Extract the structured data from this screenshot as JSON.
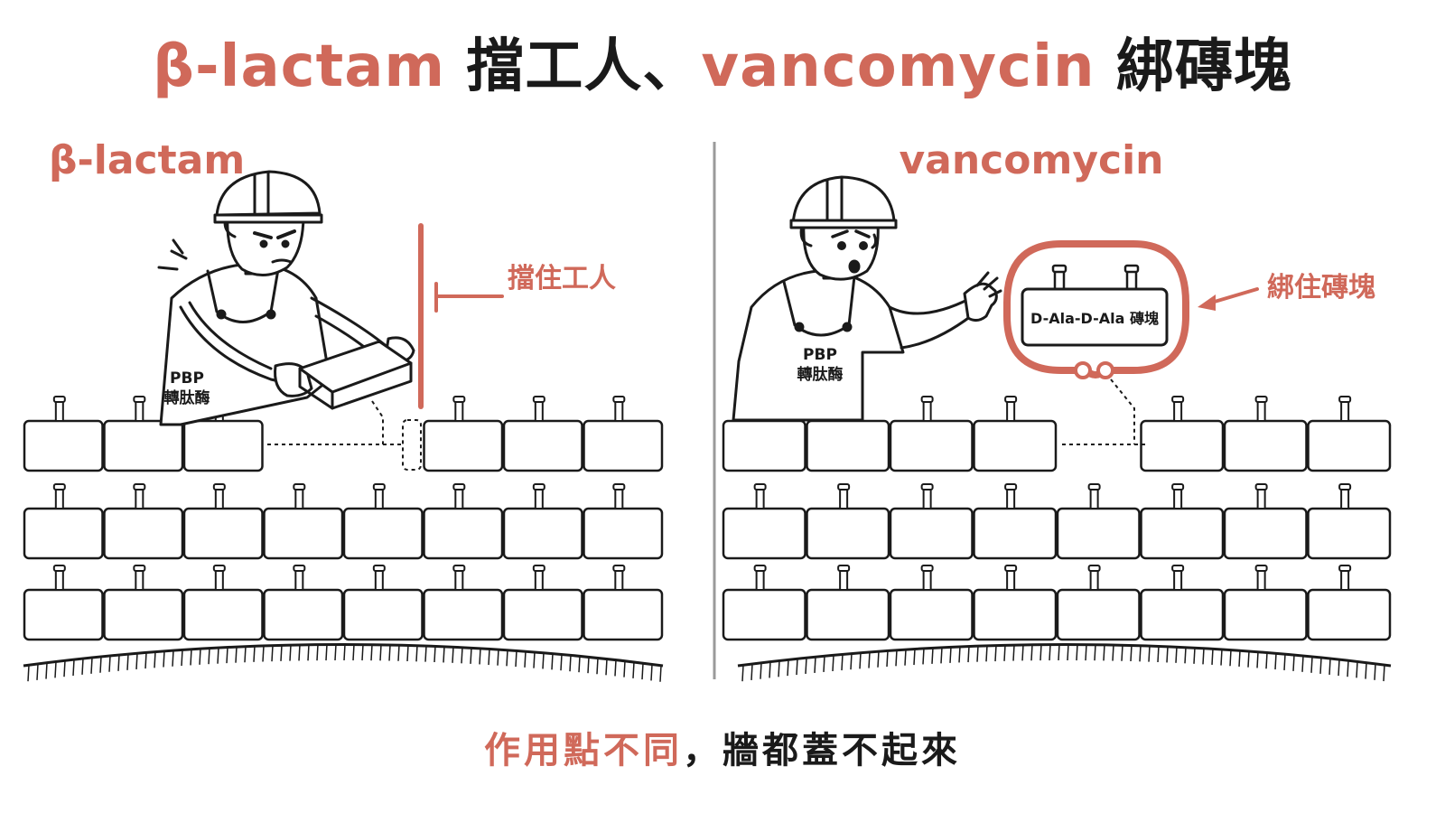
{
  "title": {
    "part1": "β-lactam",
    "part2": "擋工人、",
    "part3": "vancomycin",
    "part4": "綁磚塊"
  },
  "left_panel": {
    "heading": "β-lactam",
    "worker_label_1": "PBP",
    "worker_label_2": "轉肽酶",
    "callout": "擋住工人"
  },
  "right_panel": {
    "heading": "vancomycin",
    "worker_label_1": "PBP",
    "worker_label_2": "轉肽酶",
    "callout": "綁住磚塊",
    "brick_label": "D-Ala-D-Ala 磚塊"
  },
  "footer": {
    "part1": "作用點不同",
    "part2": "，牆都蓋不起來"
  },
  "colors": {
    "accent": "#d0695a",
    "ink": "#1a1a1a",
    "divider": "#9a9a9a"
  }
}
